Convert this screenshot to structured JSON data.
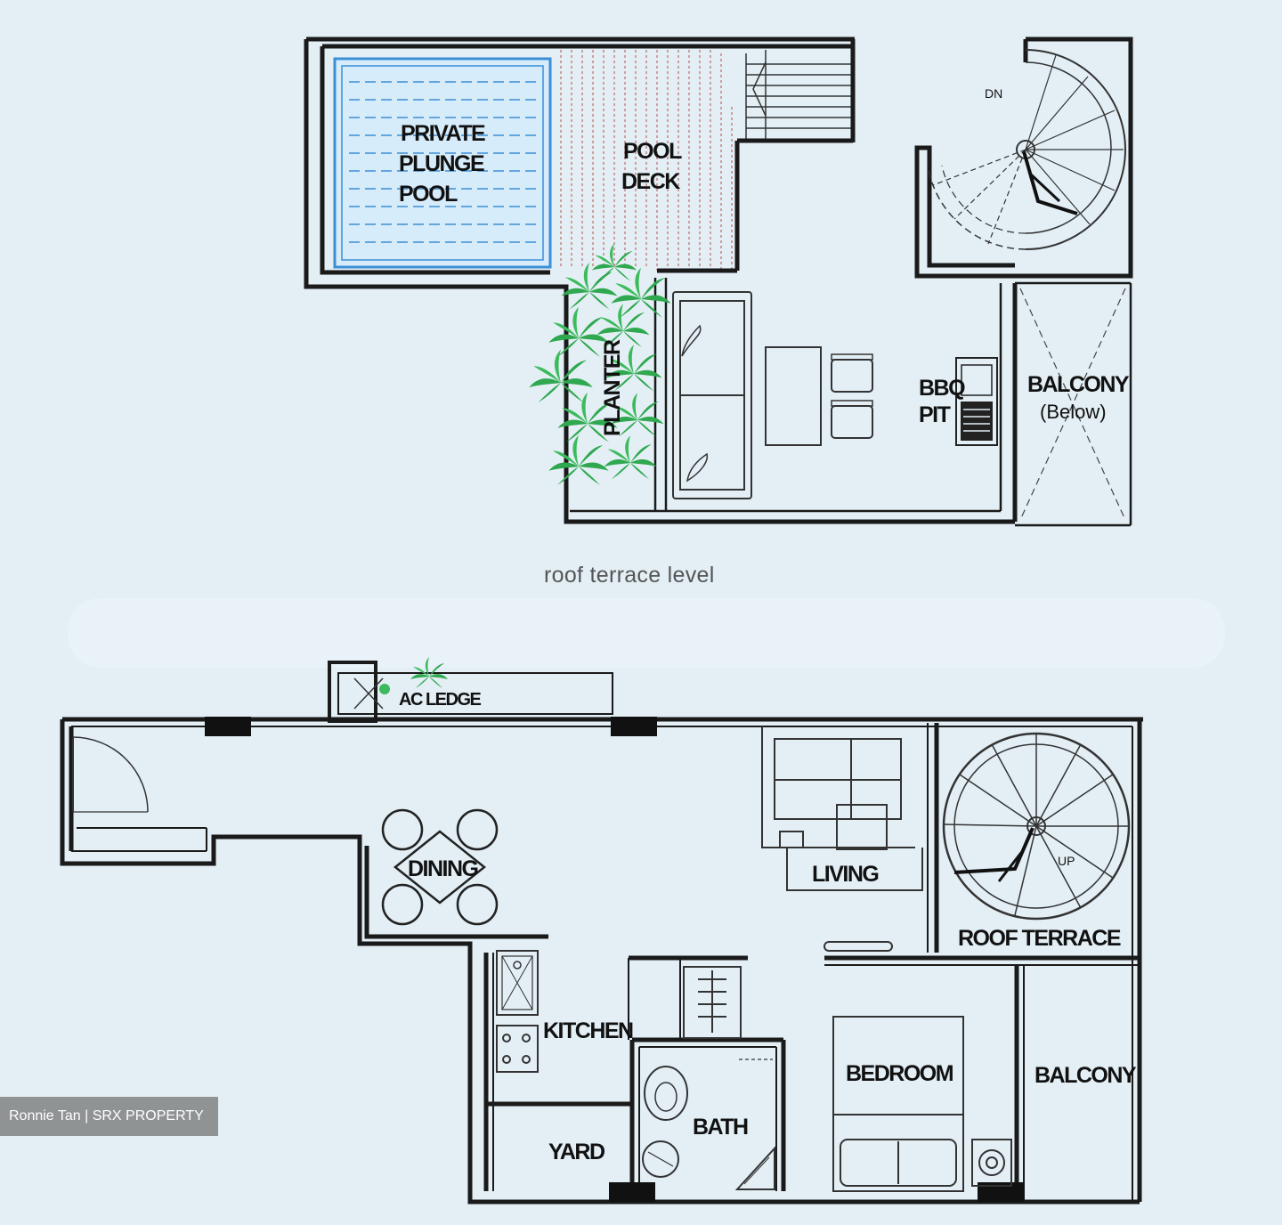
{
  "captions": {
    "roof_level": "roof terrace level"
  },
  "labels": {
    "pool": [
      "PRIVATE",
      "PLUNGE",
      "POOL"
    ],
    "pool_deck": [
      "POOL",
      "DECK"
    ],
    "planter": "PLANTER",
    "bbq": [
      "BBQ",
      "PIT"
    ],
    "balcony_below": "BALCONY",
    "below": "(Below)",
    "dn": "DN",
    "ac": "AC LEDGE",
    "dining": "DINING",
    "living": "LIVING",
    "roof_terrace": "ROOF TERRACE",
    "up": "UP",
    "kitchen": "KITCHEN",
    "bath": "BATH",
    "bedroom": "BEDROOM",
    "balcony": "BALCONY",
    "yard": "YARD"
  },
  "watermark": "Ronnie Tan | SRX PROPERTY",
  "colors": {
    "background": "#e3eff5",
    "wall": "#1a1a1a",
    "pool_fill": "#d7ecfa",
    "pool_line": "#3a8fd6",
    "deck_line": "#c98a8a",
    "plant": "#2fa84f"
  }
}
